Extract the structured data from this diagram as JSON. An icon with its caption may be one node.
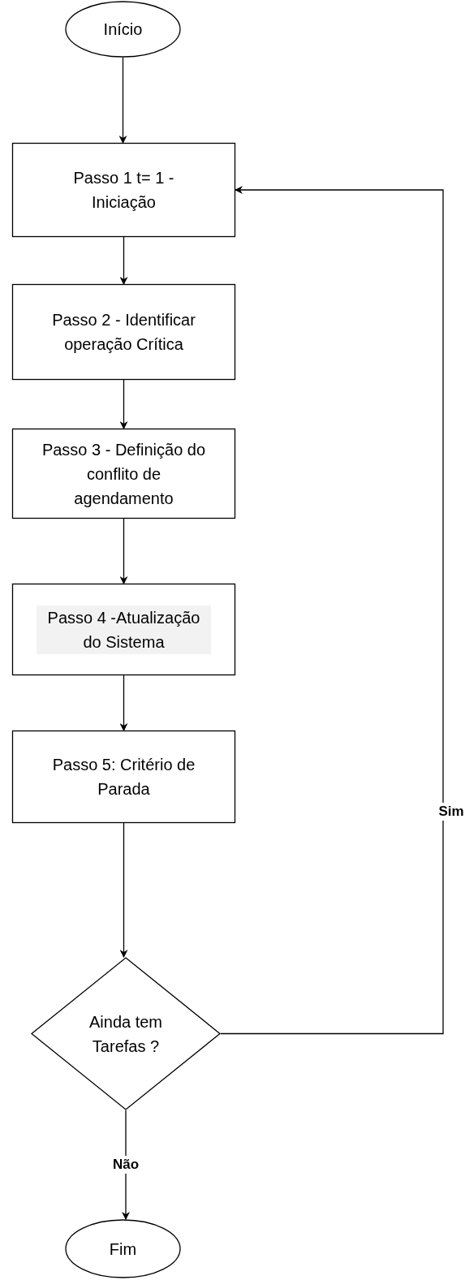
{
  "diagram": {
    "nodes": [
      {
        "text": [
          "Início"
        ]
      },
      {
        "text": [
          "Passo 1 t= 1 - Iniciação"
        ]
      },
      {
        "text": [
          "Passo 2 - Identificar operação Crítica"
        ]
      },
      {
        "text": [
          "Passo 3 - Definição do conflito de agendamento"
        ]
      },
      {
        "text": [
          "Passo 4 -Atualização do Sistema"
        ]
      },
      {
        "text": [
          "Passo 5: Critério de Parada"
        ]
      },
      {
        "text": [
          "Ainda tem Tarefas ?"
        ]
      },
      {
        "text": [
          "Fim"
        ]
      }
    ],
    "edges": [
      {
        "from": 0,
        "to": 1,
        "arrow": "to"
      },
      {
        "from": 1,
        "to": 2,
        "arrow": "to"
      },
      {
        "from": 2,
        "to": 3,
        "arrow": "to"
      },
      {
        "from": 3,
        "to": 4,
        "arrow": "to"
      },
      {
        "from": 4,
        "to": 5,
        "arrow": "to"
      },
      {
        "from": 5,
        "to": 6,
        "arrow": "to"
      },
      {
        "from": 6,
        "to": 7,
        "arrow": "to",
        "label": "Não"
      },
      {
        "from": 6,
        "to": 1,
        "arrow": "to",
        "label": "Sim"
      }
    ]
  }
}
